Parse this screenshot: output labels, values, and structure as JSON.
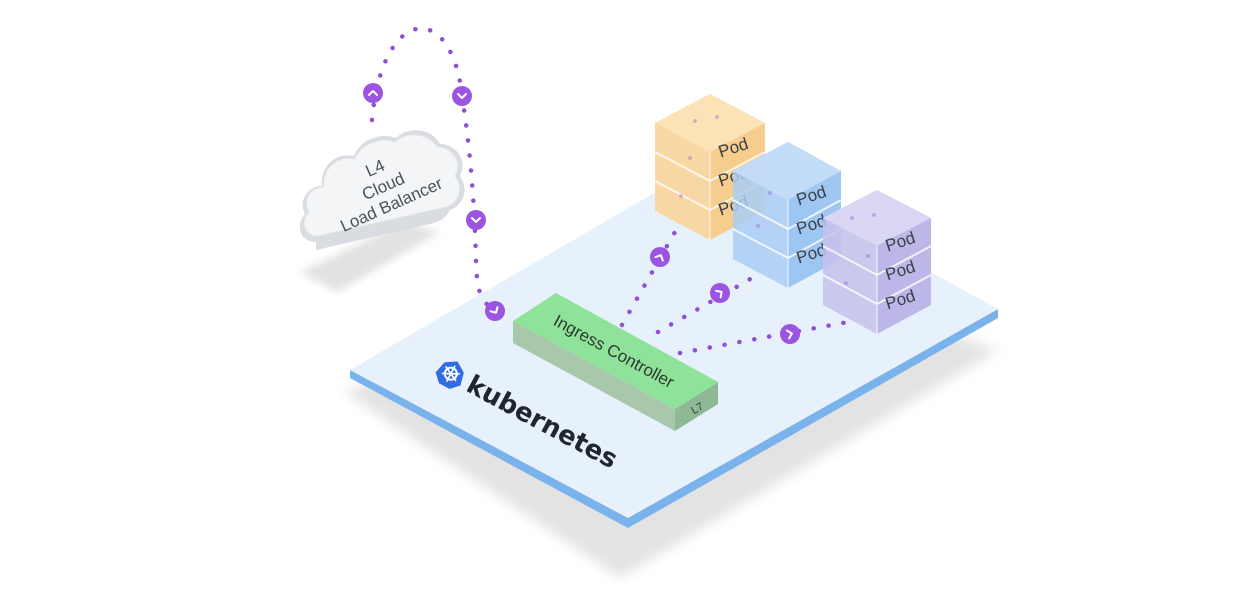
{
  "cloud": {
    "layer": "L4",
    "line1": "Cloud",
    "line2": "Load Balancer"
  },
  "ingress": {
    "label": "Ingress Controller",
    "layer": "L7"
  },
  "platform": {
    "brand": "kubernetes"
  },
  "pods": {
    "label": "Pod"
  },
  "colors": {
    "dots": "#8f4fd6",
    "node": "#9c55e0",
    "platform_top": "#e6f1fc",
    "platform_edge": "#7ab2ec",
    "ingress": "#8fe29a",
    "pods_orange": "#f8d59c",
    "pods_blue": "#a9cdf5",
    "pods_purple": "#c7c2ec",
    "k8s_logo": "#326ce5"
  }
}
